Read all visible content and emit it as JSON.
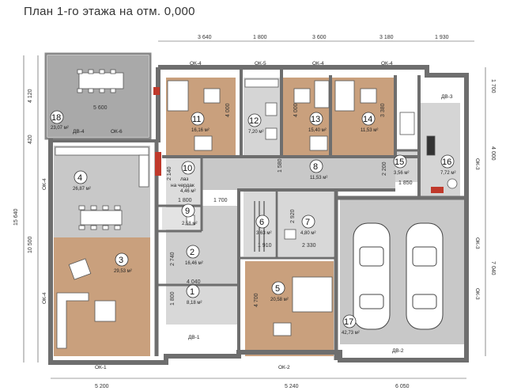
{
  "title": "План 1-го этажа на отм. 0,000",
  "top_dims": [
    "3 640",
    "1 800",
    "3 600",
    "3 180",
    "1 930"
  ],
  "bottom_dims": [
    "5 200",
    "5 240",
    "6 050"
  ],
  "left_dims": [
    "4 120",
    "420",
    "15 640",
    "10 500"
  ],
  "right_dims": [
    "1 700",
    "4 000",
    "7 040"
  ],
  "inner_dims": [
    "5 600",
    "4 000",
    "4 000",
    "3 380",
    "1 800",
    "1 700",
    "2 140",
    "1 580",
    "2 920",
    "2 740",
    "4 040",
    "1 800",
    "4 700",
    "2 330",
    "1 910",
    "1 850",
    "2 200"
  ],
  "window_tags": [
    "ОК-4",
    "ОК-5",
    "ОК-4",
    "ОК-4",
    "ОК-6",
    "ДВ-4",
    "ДВ-3",
    "ОК-3",
    "ОК-3",
    "ОК-3",
    "ОК-4",
    "ОК-4",
    "ОК-1",
    "ОК-2",
    "ДВ-1",
    "ДВ-2"
  ],
  "rooms": [
    {
      "num": "1",
      "area": "8,18 м²"
    },
    {
      "num": "2",
      "area": "16,46 м²"
    },
    {
      "num": "3",
      "area": "29,53 м²"
    },
    {
      "num": "4",
      "area": "26,87 м²"
    },
    {
      "num": "5",
      "area": "20,58 м²"
    },
    {
      "num": "6",
      "area": "3,63 м²"
    },
    {
      "num": "7",
      "area": "4,80 м²"
    },
    {
      "num": "8",
      "area": "11,53 м²"
    },
    {
      "num": "9",
      "area": "2,58 м²"
    },
    {
      "num": "10",
      "area": "4,46 м²",
      "label1": "лаз",
      "label2": "на чердак"
    },
    {
      "num": "11",
      "area": "16,16 м²"
    },
    {
      "num": "12",
      "area": "7,20 м²"
    },
    {
      "num": "13",
      "area": "15,40 м²"
    },
    {
      "num": "14",
      "area": "11,53 м²"
    },
    {
      "num": "15",
      "area": "3,56 м²"
    },
    {
      "num": "16",
      "area": "7,72 м²"
    },
    {
      "num": "17",
      "area": "42,73 м²"
    },
    {
      "num": "18",
      "area": "23,07 м²"
    }
  ],
  "colors": {
    "wall": "#7a7a7a",
    "wall_dark": "#555555",
    "floor_gray": "#cfcfcf",
    "floor_wood": "#c9a07d",
    "floor_light": "#e6e6e6",
    "terrace": "#a9a9a9",
    "brick": "#c0392b",
    "furniture": "#ffffff"
  }
}
